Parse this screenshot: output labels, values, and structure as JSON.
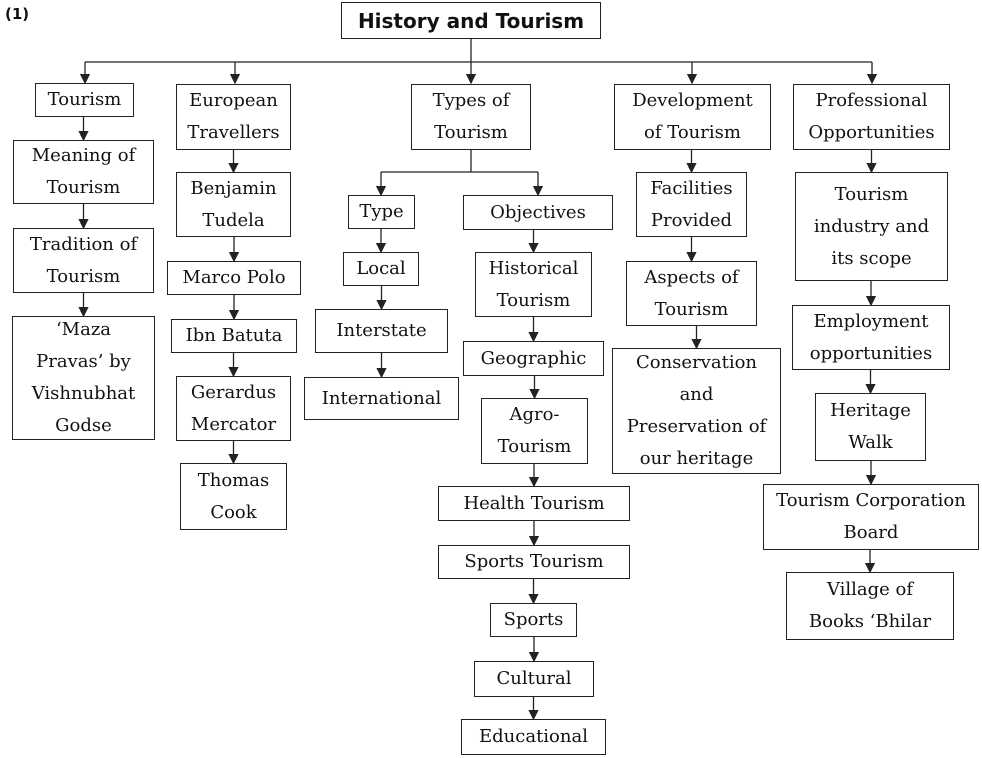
{
  "label": "(1)",
  "title": "History and Tourism",
  "columns": [
    {
      "nodes": [
        "Tourism",
        "Meaning of\nTourism",
        "Tradition of\nTourism",
        "‘Maza\nPravas’ by\nVishnubhat\nGodse"
      ]
    },
    {
      "nodes": [
        "European\nTravellers",
        "Benjamin\nTudela",
        "Marco Polo",
        "Ibn Batuta",
        "Gerardus\nMercator",
        "Thomas\nCook"
      ]
    },
    {
      "nodes": [
        "Types of\nTourism"
      ],
      "type_branch": [
        "Type",
        "Local",
        "Interstate",
        "International"
      ],
      "objectives_branch": [
        "Objectives",
        "Historical\nTourism",
        "Geographic",
        "Agro-\nTourism",
        "Health Tourism",
        "Sports Tourism",
        "Sports",
        "Cultural",
        "Educational"
      ]
    },
    {
      "nodes": [
        "Development\nof Tourism",
        "Facilities\nProvided",
        "Aspects of\nTourism",
        "Conservation\nand\nPreservation of\nour heritage"
      ]
    },
    {
      "nodes": [
        "Professional\nOpportunities",
        "Tourism\nindustry and\nits scope",
        "Employment\nopportunities",
        "Heritage\nWalk",
        "Tourism Corporation\nBoard",
        "Village of\nBooks ‘Bhilar"
      ]
    }
  ]
}
